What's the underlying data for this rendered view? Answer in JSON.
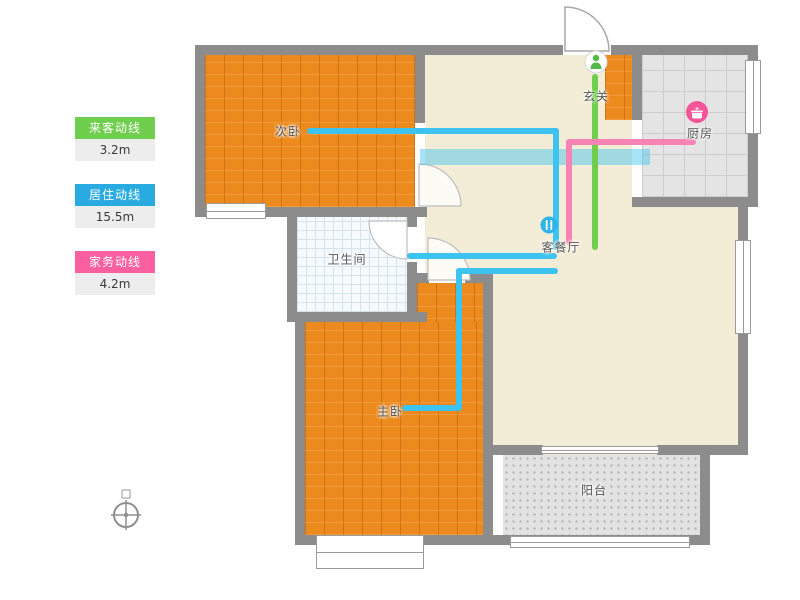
{
  "legend": {
    "items": [
      {
        "id": "guest",
        "label": "来客动线",
        "value": "3.2m",
        "color": "#6fce4d"
      },
      {
        "id": "living",
        "label": "居住动线",
        "value": "15.5m",
        "color": "#29abe2"
      },
      {
        "id": "chore",
        "label": "家务动线",
        "value": "4.2m",
        "color": "#fa5f9f"
      }
    ]
  },
  "rooms": {
    "entrance": {
      "label": "玄关"
    },
    "kitchen": {
      "label": "厨房"
    },
    "second_bedroom": {
      "label": "次卧"
    },
    "bathroom": {
      "label": "卫生间"
    },
    "living_dining": {
      "label": "客餐厅"
    },
    "master_bedroom": {
      "label": "主卧"
    },
    "balcony": {
      "label": "阳台"
    }
  },
  "icons": {
    "entrance_person": "person-icon",
    "kitchen_pot": "cooking-pot-icon",
    "living_marker": "dining-marker-icon",
    "compass": "compass-icon"
  },
  "colors": {
    "guest_line": "#6fce4d",
    "living_line": "#3cc3ef",
    "chore_line": "#f783b4",
    "wall": "#8c8c8c",
    "wood_floor": "#ec8a1d",
    "living_floor": "#f3ecd6",
    "kitchen_tile": "#e4e4e4",
    "balcony_floor": "#e2e2e2"
  }
}
